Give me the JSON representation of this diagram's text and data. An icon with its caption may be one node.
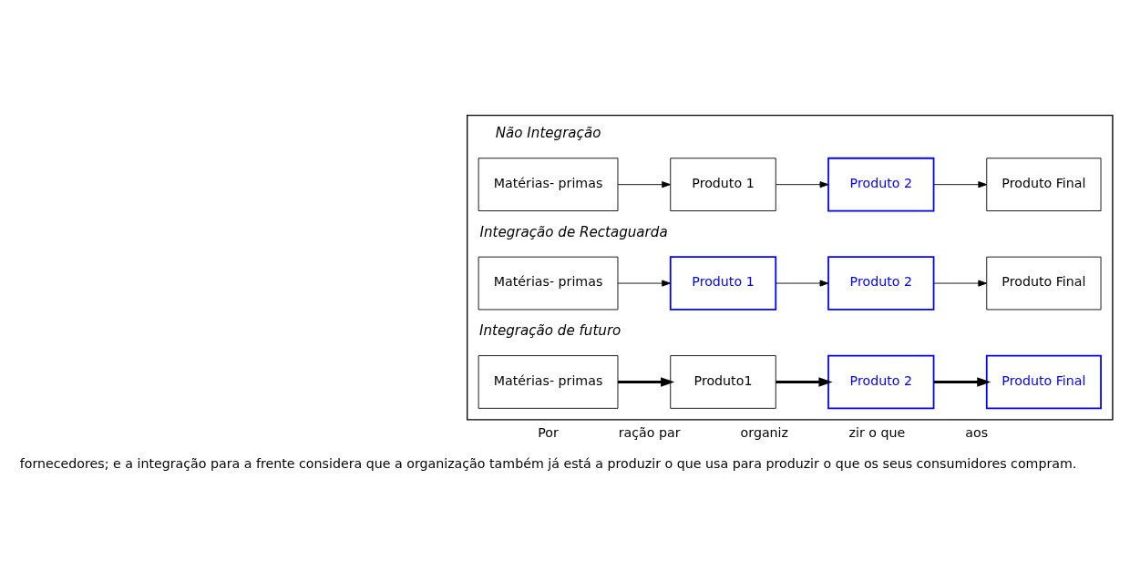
{
  "diagram": {
    "nodes": [
      {
        "text": [],
        "shape": "box"
      },
      {
        "text": [
          "Não Integração"
        ],
        "in": 0
      },
      {
        "text": [
          "Matérias- primas"
        ],
        "in": 0
      },
      {
        "text": [
          "Produto 1"
        ],
        "in": 0
      },
      {
        "text": [
          "Produto 2"
        ],
        "in": 0
      },
      {
        "text": [
          "Produto Final"
        ],
        "in": 0
      },
      {
        "text": [
          "Integração de Rectaguarda"
        ],
        "in": 0
      },
      {
        "text": [
          "Matérias- primas"
        ],
        "in": 0
      },
      {
        "text": [
          "Produto 1"
        ],
        "in": 0
      },
      {
        "text": [
          "Produto 2"
        ],
        "in": 0
      },
      {
        "text": [
          "Produto Final"
        ],
        "in": 0
      },
      {
        "text": [
          "Integração de futuro"
        ],
        "in": 0
      },
      {
        "text": [
          "Matérias- primas"
        ],
        "in": 0
      },
      {
        "text": [
          "Produto1"
        ],
        "in": 0
      },
      {
        "text": [
          "Produto 2"
        ],
        "in": 0
      },
      {
        "text": [
          "Produto Final"
        ],
        "in": 0
      }
    ],
    "edges": [
      {
        "from": 2,
        "to": 3,
        "arrow": "to"
      },
      {
        "from": 3,
        "to": 4,
        "arrow": "to"
      },
      {
        "from": 4,
        "to": 5,
        "arrow": "to"
      },
      {
        "from": 7,
        "to": 8,
        "arrow": "to"
      },
      {
        "from": 8,
        "to": 9,
        "arrow": "to"
      },
      {
        "from": 9,
        "to": 10,
        "arrow": "to"
      },
      {
        "from": 12,
        "to": 13,
        "arrow": "to",
        "style": "thick"
      },
      {
        "from": 13,
        "to": 14,
        "arrow": "to",
        "style": "thick"
      },
      {
        "from": 14,
        "to": 15,
        "arrow": "to",
        "style": "thick"
      }
    ],
    "labels": [
      "Por",
      "ração par",
      "organiz",
      "zir o que",
      "aos",
      "fornecedores; e a integração para a frente considera que a organização também já está a produzir o que usa para produzir o que os seus consumidores compram."
    ]
  }
}
